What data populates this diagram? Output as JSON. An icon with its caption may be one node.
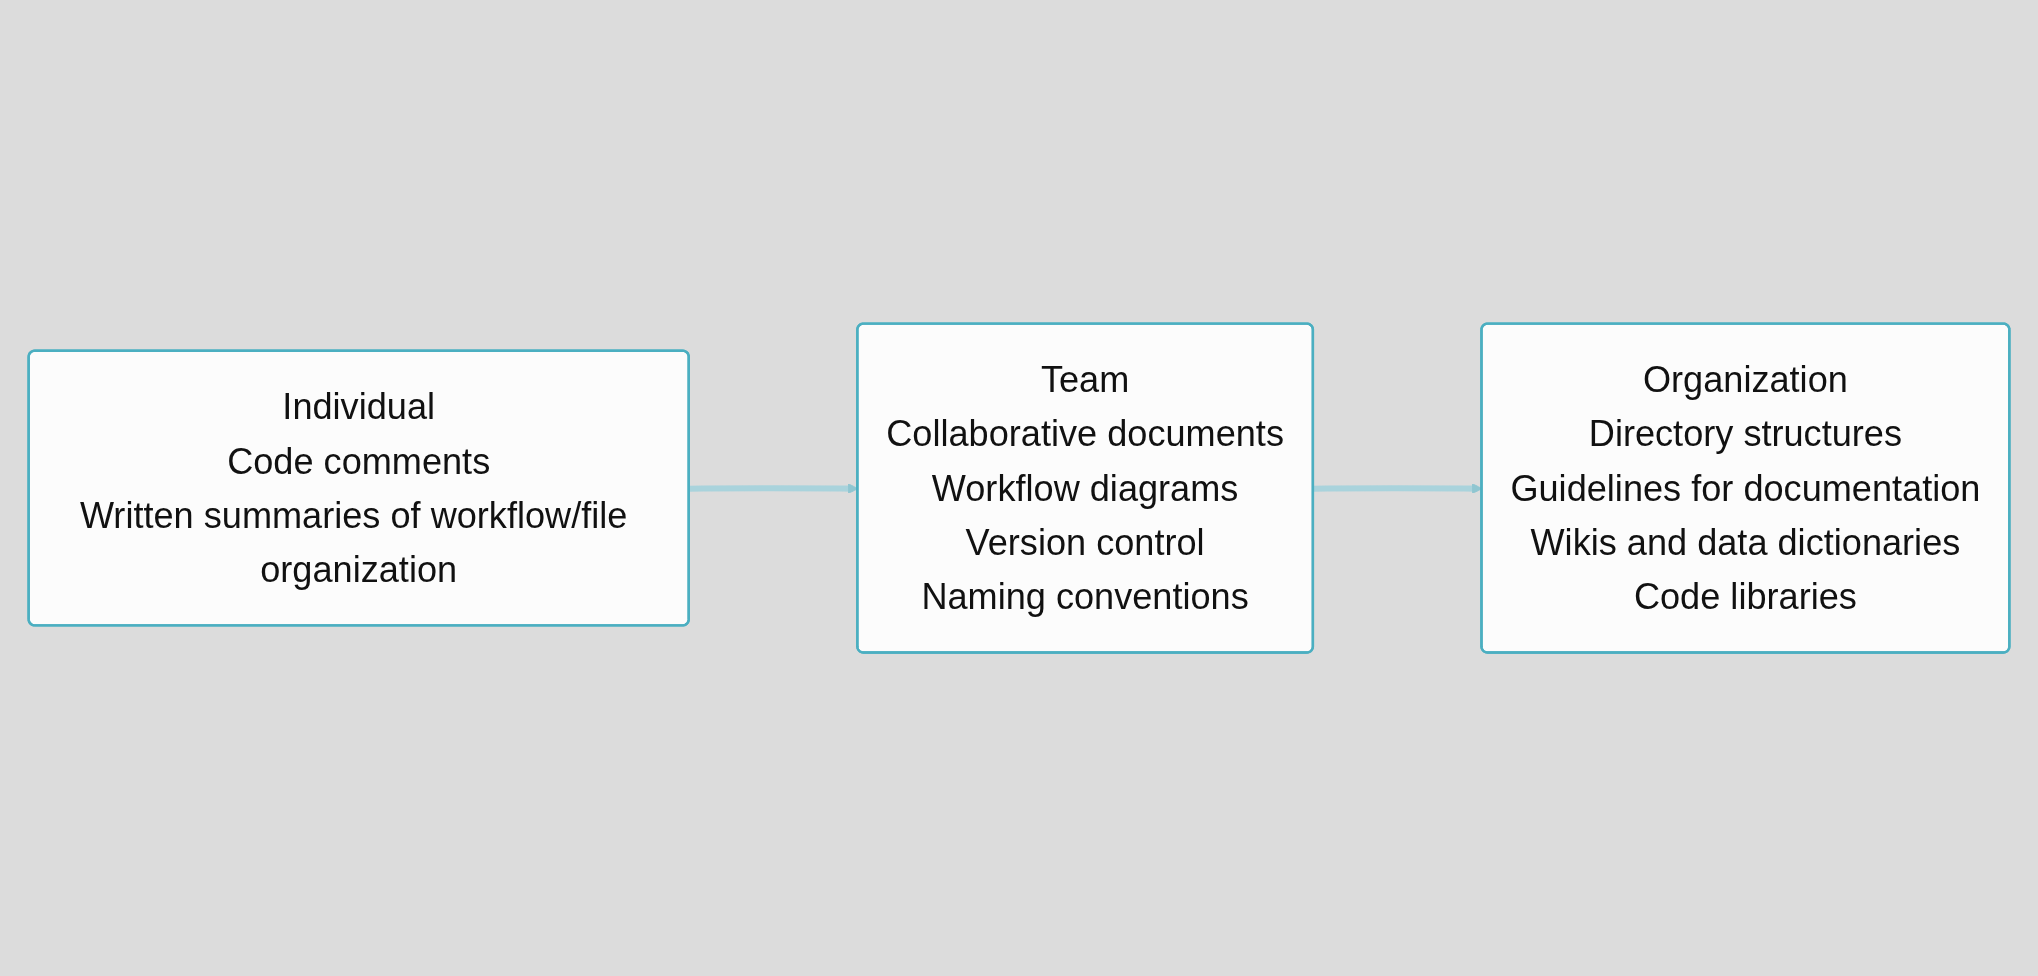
{
  "diagram": {
    "nodes": [
      {
        "text": [
          "Individual",
          "Code comments",
          "Written summaries of workflow/file organization"
        ]
      },
      {
        "text": [
          "Team",
          "Collaborative documents",
          "Workflow diagrams",
          "Version control",
          "Naming conventions"
        ]
      },
      {
        "text": [
          "Organization",
          "Directory structures",
          "Guidelines for documentation",
          "Wikis and data dictionaries",
          "Code libraries"
        ]
      }
    ],
    "edges": [
      {
        "from": 0,
        "to": 1,
        "arrow": "to"
      },
      {
        "from": 1,
        "to": 2,
        "arrow": "to"
      }
    ]
  }
}
